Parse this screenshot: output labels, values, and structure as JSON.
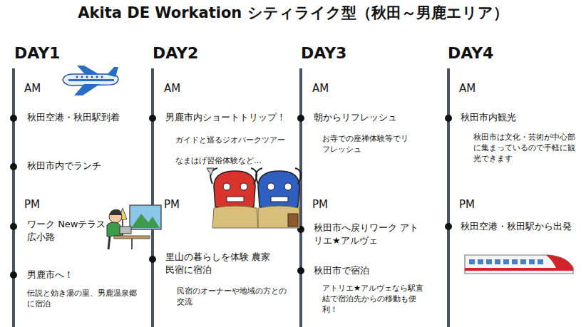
{
  "diagram": {
    "title": "Akita DE Workation シティライク型（秋田～男鹿エリア）",
    "labels": [
      "DAY1",
      "AM",
      "秋田空港・秋田駅到着",
      "秋田市内でランチ",
      "PM",
      "ワーク Newテラス広小路",
      "男鹿市へ！",
      "伝説と効き湯の里、男鹿温泉郷に宿泊",
      "DAY2",
      "AM",
      "男鹿市内ショートトリップ！",
      "ガイドと巡るジオパークツアー",
      "なまはげ習俗体験など…",
      "PM",
      "里山の暮らしを体験 農家民宿に宿泊",
      "民宿のオーナーや地域の方との交流",
      "DAY3",
      "AM",
      "朝からリフレッシュ",
      "お寺での座禅体験等でリフレッシュ",
      "PM",
      "秋田市へ戻りワーク アトリエ★アルヴェ",
      "秋田市で宿泊",
      "アトリエ★アルヴェなら駅直結で宿泊先からの移動も便利！",
      "DAY4",
      "AM",
      "秋田市内観光",
      "秋田市は文化・芸術が中心部に集まっているので手軽に観光できます",
      "PM",
      "秋田空港・秋田駅から出発"
    ]
  }
}
